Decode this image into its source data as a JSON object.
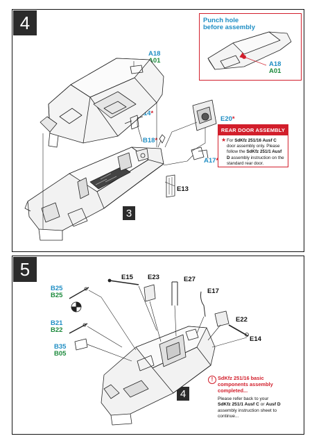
{
  "step4": {
    "number": "4",
    "inset_note_line1": "Punch hole",
    "inset_note_line2": "before assembly",
    "inset_part_a": "A18",
    "inset_part_b": "A01",
    "main_part_a": "A18",
    "main_part_b": "A01",
    "part_a14": "A14",
    "part_b18": "B18",
    "part_e20": "E20",
    "part_a17": "A17",
    "part_e13": "E13",
    "star": "*",
    "sub_step": "3",
    "callout": {
      "title": "REAR DOOR ASSEMBLY",
      "star": "★",
      "text_1": "For ",
      "text_bold_1": "SdKfz 251/16 Ausf C",
      "text_2": " door assembly only.  Please follow the ",
      "text_bold_2": "SdKfz 251/1 Ausf D",
      "text_3": " assembly instruction on the standard rear door."
    }
  },
  "step5": {
    "number": "5",
    "part_b25_a": "B25",
    "part_b25_b": "B25",
    "part_b21": "B21",
    "part_b22": "B22",
    "part_b35": "B35",
    "part_b05": "B05",
    "part_e15": "E15",
    "part_e23": "E23",
    "part_e27": "E27",
    "part_e17": "E17",
    "part_e22": "E22",
    "part_e14": "E14",
    "sub_step": "4",
    "note": {
      "icon": "!",
      "heading_1": "SdKfz 251/16 basic",
      "heading_2": "components assembly",
      "heading_3": "completed...",
      "text_1": "Please refer back to your",
      "text_bold_1": "SdKfz 251/1 Ausf C",
      "text_or": " or ",
      "text_bold_2": "Ausf D",
      "text_2": "assembly instruction sheet to",
      "text_3": "continue..."
    }
  },
  "colors": {
    "accent_blue": "#1f8ec4",
    "accent_green": "#1c8a3c",
    "warning_red": "#d21e2b",
    "badge": "#2b2b2b"
  }
}
